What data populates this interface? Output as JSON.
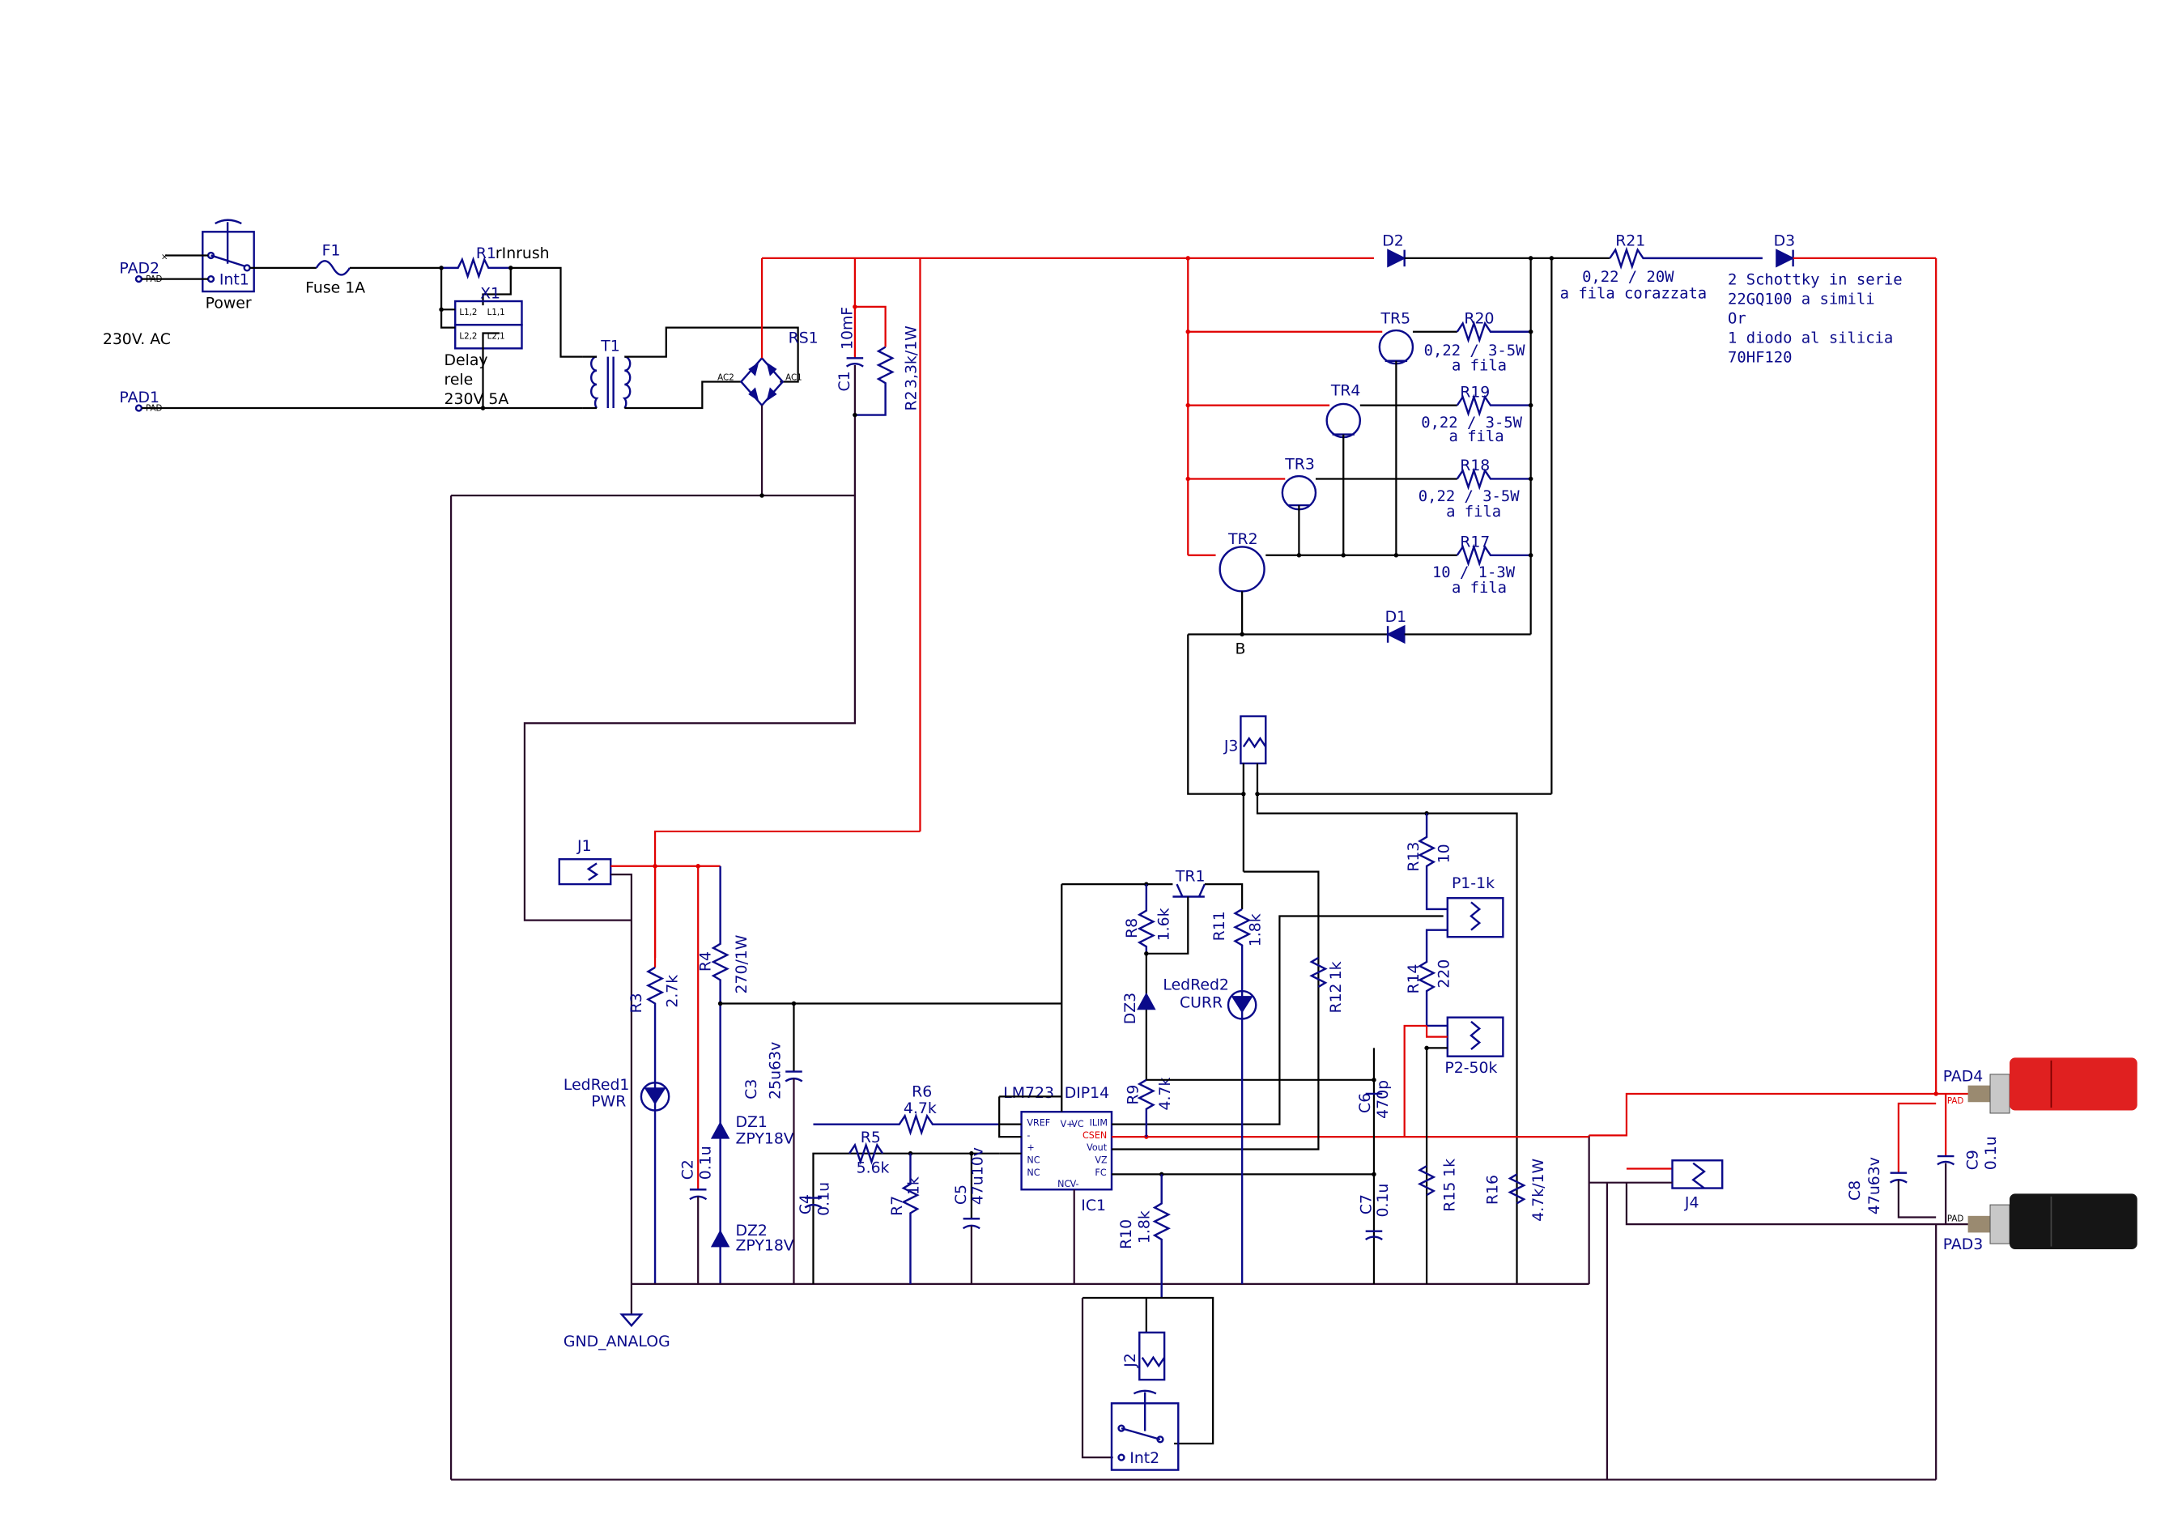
{
  "title": "Power supply schematic (LM723 regulator)",
  "colors": {
    "wire": "#000000",
    "positive_rail": "#e00000",
    "ground_rail": "#2a0a2a",
    "symbol": "#0a0a8a"
  },
  "input": {
    "pad2": "PAD2",
    "pad1": "PAD1",
    "pad_pin": "PAD",
    "mains_note": "230V. AC",
    "int1_ref": "Int1",
    "int1_value": "Power",
    "f1_ref": "F1",
    "f1_value": "Fuse 1A",
    "r1_ref": "R1",
    "r1_value": "rInrush",
    "x1_ref": "X1",
    "x1_contacts": [
      "L1,2",
      "L1,1",
      "L2,2",
      "L2,1"
    ],
    "x1_note": [
      "Delay",
      "rele",
      "230V 5A"
    ],
    "t1_ref": "T1",
    "rs1_ref": "RS1",
    "rs1_ac1": "AC1",
    "rs1_ac2": "AC2",
    "c1_ref": "C1",
    "c1_value": "10mF",
    "r2_ref": "R2",
    "r2_value": "3,3k/1W"
  },
  "power_stage": {
    "d2": "D2",
    "d1": "D1",
    "d3": "D3",
    "r21_ref": "R21",
    "r21_value": "0,22 / 20W",
    "r21_note": "a fila corazzata",
    "d3_note": [
      "2 Schottky in serie",
      "22GQ100 a simili",
      "Or",
      "1 diodo al silicia",
      "70HF120"
    ],
    "transistors": [
      "TR5",
      "TR4",
      "TR3",
      "TR2"
    ],
    "resistors": [
      {
        "ref": "R20",
        "value": "0,22 / 3-5W",
        "note": "a fila"
      },
      {
        "ref": "R19",
        "value": "0,22 / 3-5W",
        "note": "a fila"
      },
      {
        "ref": "R18",
        "value": "0,22 / 3-5W",
        "note": "a fila"
      },
      {
        "ref": "R17",
        "value": "10 / 1-3W",
        "note": "a fila"
      }
    ],
    "node_b": "B",
    "j3": "J3"
  },
  "control": {
    "j1": "J1",
    "r3_ref": "R3",
    "r3_value": "2.7k",
    "r4_ref": "R4",
    "r4_value": "270/1W",
    "led1_ref": "LedRed1",
    "led1_value": "PWR",
    "c2_ref": "C2",
    "c2_value": "0.1u",
    "c3_ref": "C3",
    "c3_value": "25u63v",
    "dz1_ref": "DZ1",
    "dz1_value": "ZPY18V",
    "dz2_ref": "DZ2",
    "dz2_value": "ZPY18V",
    "gnd": "GND_ANALOG",
    "c4_ref": "C4",
    "c4_value": "0.1u",
    "r5_ref": "R5",
    "r5_value": "5.6k",
    "r6_ref": "R6",
    "r6_value": "4.7k",
    "r7_ref": "R7",
    "r7_value": "1k",
    "c5_ref": "C5",
    "c5_value": "47u10v",
    "ic1_part": "LM723",
    "ic1_pkg": "DIP14",
    "ic1_ref": "IC1",
    "ic1_pins_left": [
      "VREF",
      "-",
      "+",
      "NC",
      "NC"
    ],
    "ic1_pins_right": [
      "ILIM",
      "CSEN",
      "Vout",
      "VZ",
      "FC"
    ],
    "ic1_pins_top": [
      "V+",
      "VC"
    ],
    "ic1_pins_bottom": [
      "NC",
      "V-"
    ],
    "tr1": "TR1",
    "r8_ref": "R8",
    "r8_value": "1.6k",
    "r9_ref": "R9",
    "r9_value": "4.7k",
    "r10_ref": "R10",
    "r10_value": "1.8k",
    "r11_ref": "R11",
    "r11_value": "1.8k",
    "r12_ref": "R12",
    "r12_value": "1k",
    "dz3_ref": "DZ3",
    "led2_ref": "LedRed2",
    "led2_value": "CURR",
    "r13_ref": "R13",
    "r13_value": "10",
    "r14_ref": "R14",
    "r14_value": "220",
    "p1": "P1-1k",
    "p2": "P2-50k",
    "c6_ref": "C6",
    "c6_value": "470p",
    "c7_ref": "C7",
    "c7_value": "0.1u",
    "r15_ref": "R15",
    "r15_value": "1k",
    "r16_ref": "R16",
    "r16_value": "4.7k/1W",
    "j2": "J2",
    "int2": "Int2",
    "j4": "J4"
  },
  "output": {
    "c8_ref": "C8",
    "c8_value": "47u63v",
    "c9_ref": "C9",
    "c9_value": "0.1u",
    "pad4": "PAD4",
    "pad3": "PAD3",
    "pad_pin": "PAD",
    "pad4_color": "#e02020",
    "pad3_color": "#151515"
  }
}
